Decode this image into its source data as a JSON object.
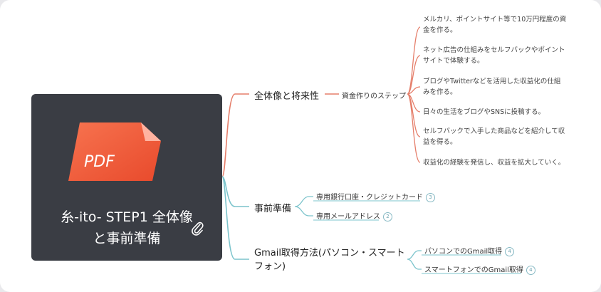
{
  "root": {
    "title_line1": "糸-ito- STEP1 全体像",
    "title_line2": "と事前準備",
    "pdf_label": "PDF",
    "pdf_icon": "pdf-file-icon",
    "attachment_icon": "paperclip-icon"
  },
  "branches": [
    {
      "label": "全体像と将来性",
      "sub": "資金作りのステップ",
      "leaves": [
        {
          "line1": "メルカリ、ポイントサイト等で10万円程度の資",
          "line2": "金を作る。"
        },
        {
          "line1": "ネット広告の仕組みをセルフバックやポイント",
          "line2": "サイトで体験する。"
        },
        {
          "line1": "ブログやTwitterなどを活用した収益化の仕組",
          "line2": "みを作る。"
        },
        {
          "line1": "日々の生活をブログやSNSに投稿する。",
          "line2": ""
        },
        {
          "line1": "セルフバックで入手した商品などを紹介して収",
          "line2": "益を得る。"
        },
        {
          "line1": "収益化の経験を発信し、収益を拡大していく。",
          "line2": ""
        }
      ]
    },
    {
      "label": "事前準備",
      "items": [
        {
          "label": "専用銀行口座・クレジットカード",
          "badge": "3"
        },
        {
          "label": "専用メールアドレス",
          "badge": "2"
        }
      ]
    },
    {
      "label_line1": "Gmail取得方法(パソコン・スマート",
      "label_line2": "フォン)",
      "items": [
        {
          "label": "パソコンでのGmail取得",
          "badge": "4"
        },
        {
          "label": "スマートフォンでのGmail取得",
          "badge": "4"
        }
      ]
    }
  ],
  "colors": {
    "branch1": "#e06b55",
    "branch2": "#7cc4cc",
    "card": "#3a3d44",
    "pdf_orange": "#f0573a"
  }
}
